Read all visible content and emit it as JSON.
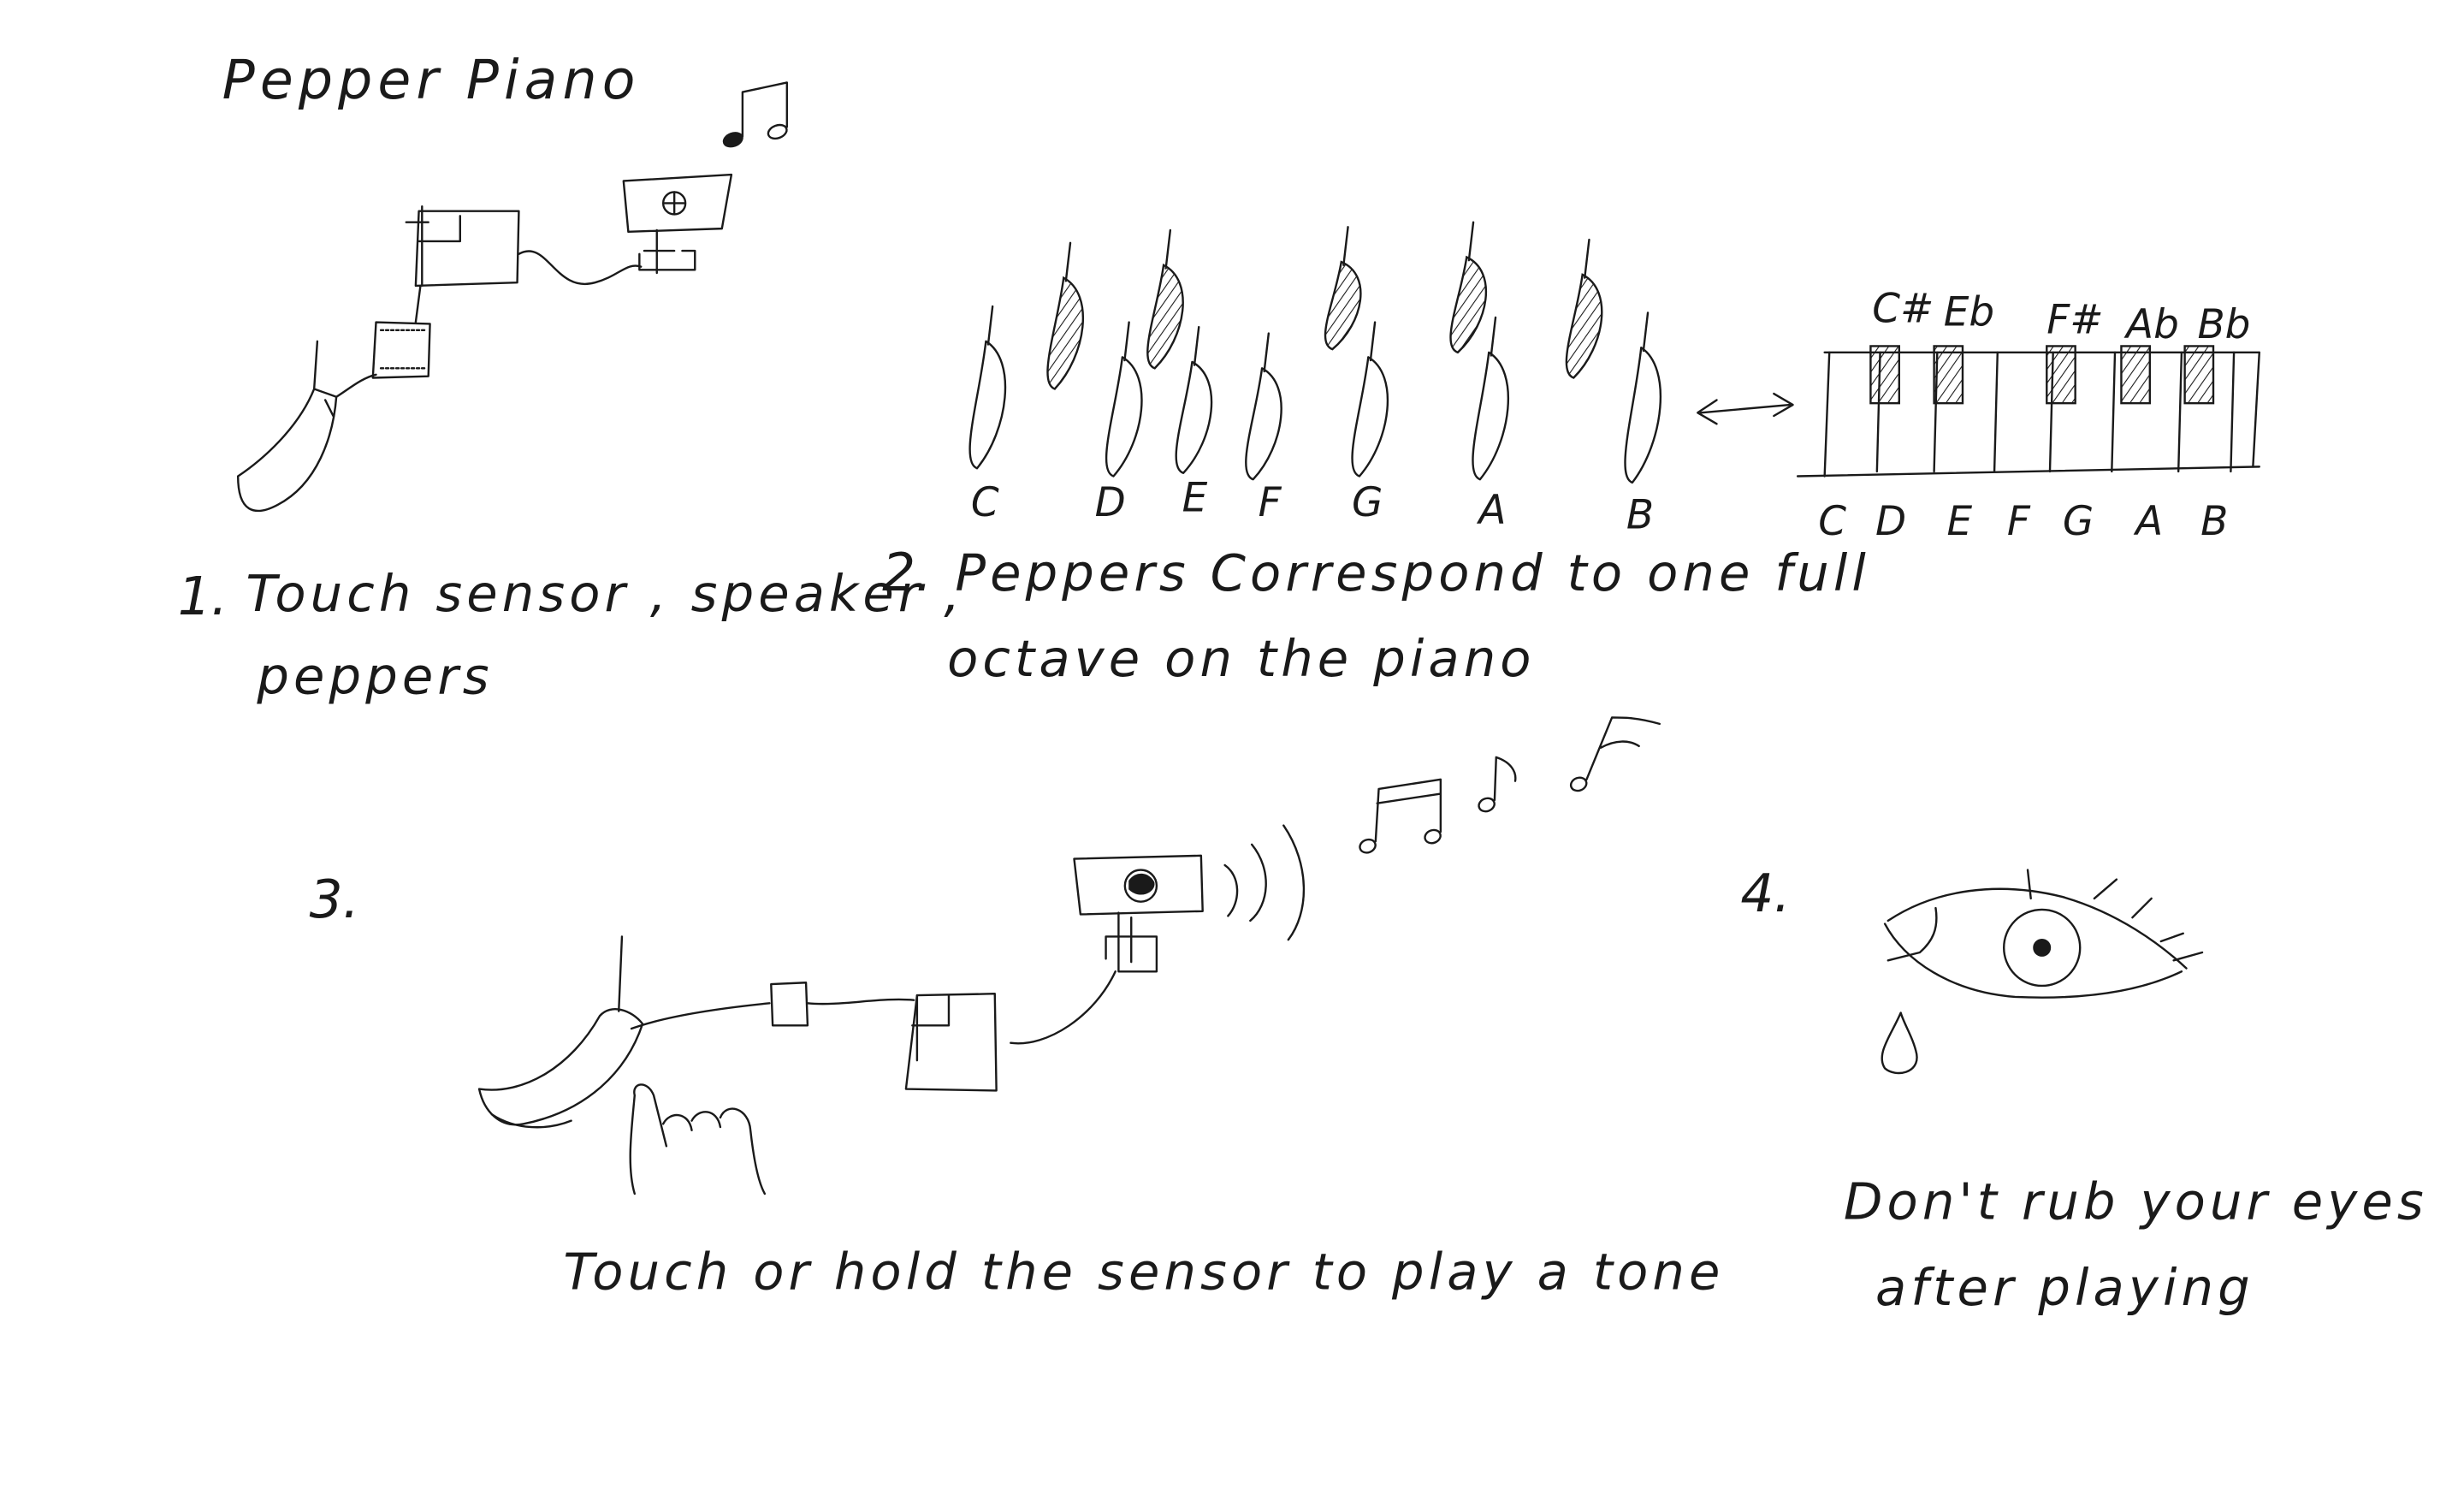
{
  "title": "Pepper Piano",
  "steps": [
    {
      "number": "1.",
      "lines": [
        "Touch sensor , speaker ,",
        "peppers"
      ]
    },
    {
      "number": "2.",
      "lines": [
        "Peppers Correspond to one full",
        "octave on the piano"
      ]
    },
    {
      "number": "3.",
      "lines": [
        "Touch or hold the sensor to play a tone"
      ]
    },
    {
      "number": "4.",
      "lines": [
        "Don't rub your eyes",
        "after playing"
      ]
    }
  ],
  "pepper_notes": [
    "C",
    "D",
    "E",
    "F",
    "G",
    "A",
    "B"
  ],
  "piano": {
    "white_keys": [
      "C",
      "D",
      "E",
      "F",
      "G",
      "A",
      "B"
    ],
    "black_keys": [
      "C#",
      "Eb",
      "F#",
      "Ab",
      "Bb"
    ]
  },
  "icons": [
    "pepper-icon",
    "touch-sensor-icon",
    "speaker-icon",
    "music-note-icon",
    "piano-keyboard-icon",
    "hand-icon",
    "eye-icon",
    "double-arrow-icon"
  ]
}
